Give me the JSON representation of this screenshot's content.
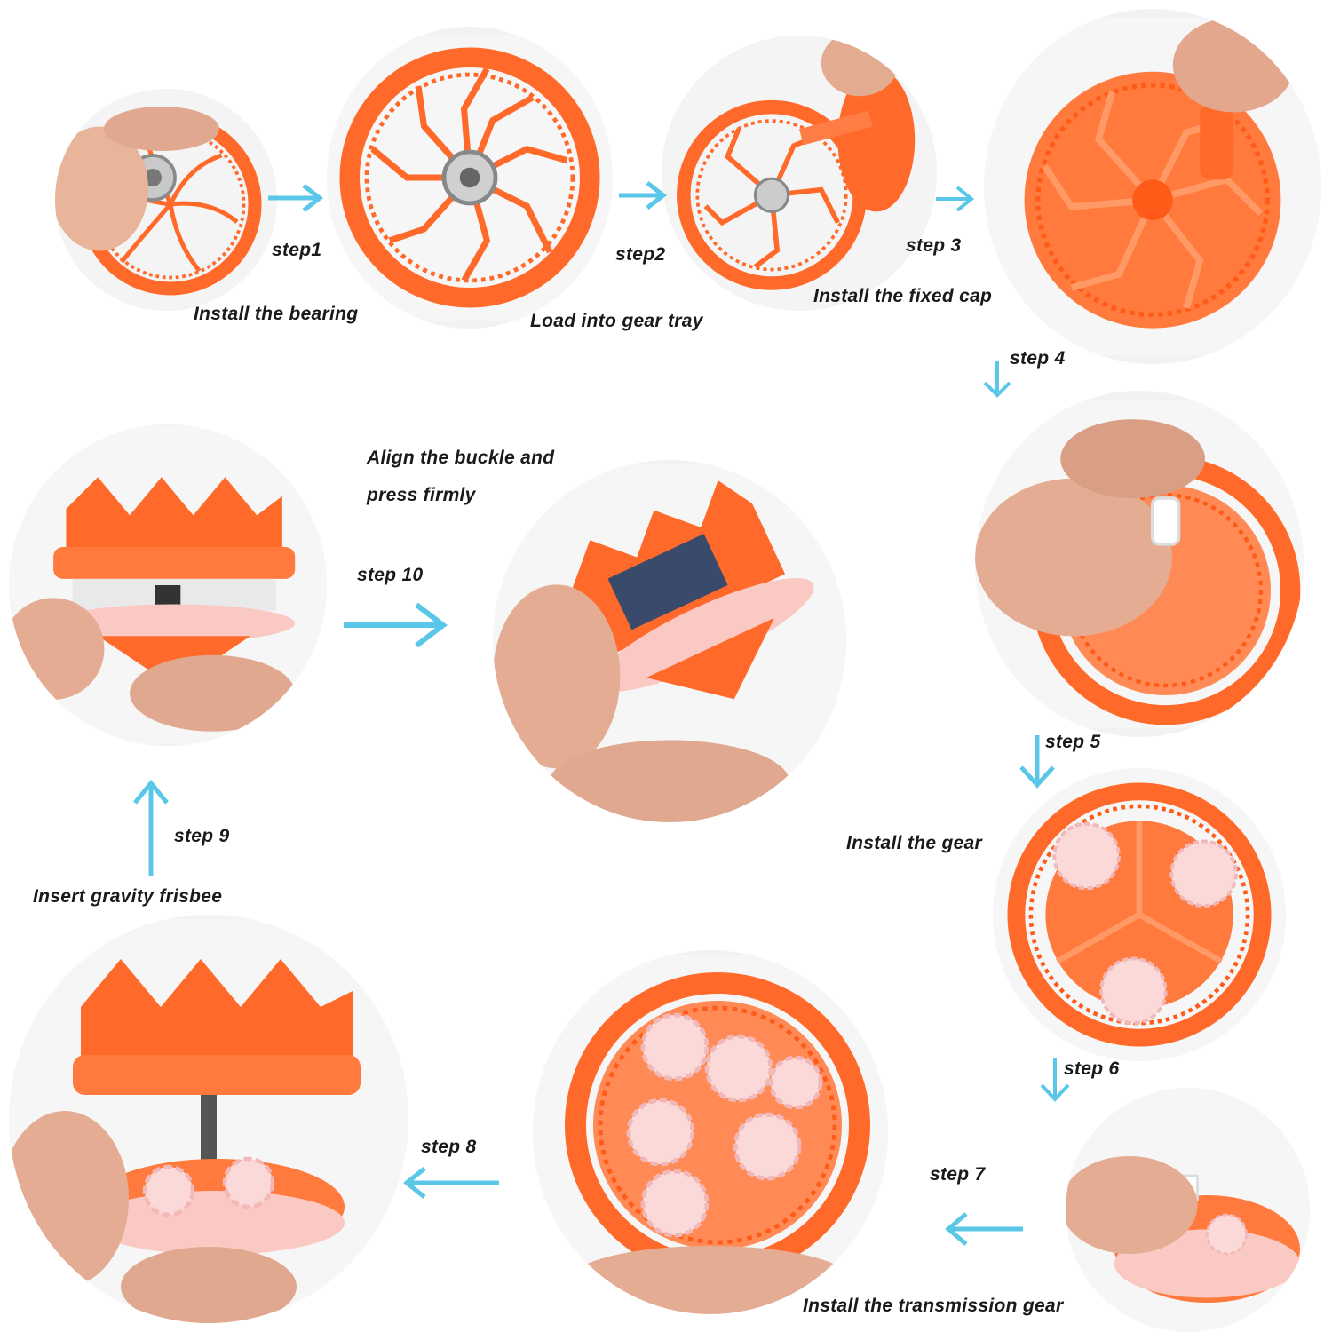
{
  "accent_color": "#5bc7e8",
  "part_color": "#ff6a2b",
  "gear_color": "#fbd9d9",
  "steps": {
    "s1": "step1",
    "s2": "step2",
    "s3": "step 3",
    "s4": "step 4",
    "s5": "step 5",
    "s6": "step 6",
    "s7": "step 7",
    "s8": "step 8",
    "s9": "step 9",
    "s10": "step 10"
  },
  "captions": {
    "c1": "Install the bearing",
    "c2": "Load into gear tray",
    "c3": "Install the fixed cap",
    "c5": "Install the gear",
    "c7": "Install the transmission gear",
    "c9": "Insert gravity frisbee",
    "c10_line1": "Align the buckle and",
    "c10_line2": "press firmly"
  },
  "photos": [
    {
      "subject": "bearing-into-wheel"
    },
    {
      "subject": "gear-tray-with-bearing"
    },
    {
      "subject": "fixed-cap-attach"
    },
    {
      "subject": "wheel-with-cap"
    },
    {
      "subject": "pin-insertion"
    },
    {
      "subject": "planet-gears-installed"
    },
    {
      "subject": "transmission-gear"
    },
    {
      "subject": "gear-tray-full"
    },
    {
      "subject": "gravity-frisbee-insert"
    },
    {
      "subject": "assembled-top-side"
    },
    {
      "subject": "assembled-top-final"
    }
  ]
}
